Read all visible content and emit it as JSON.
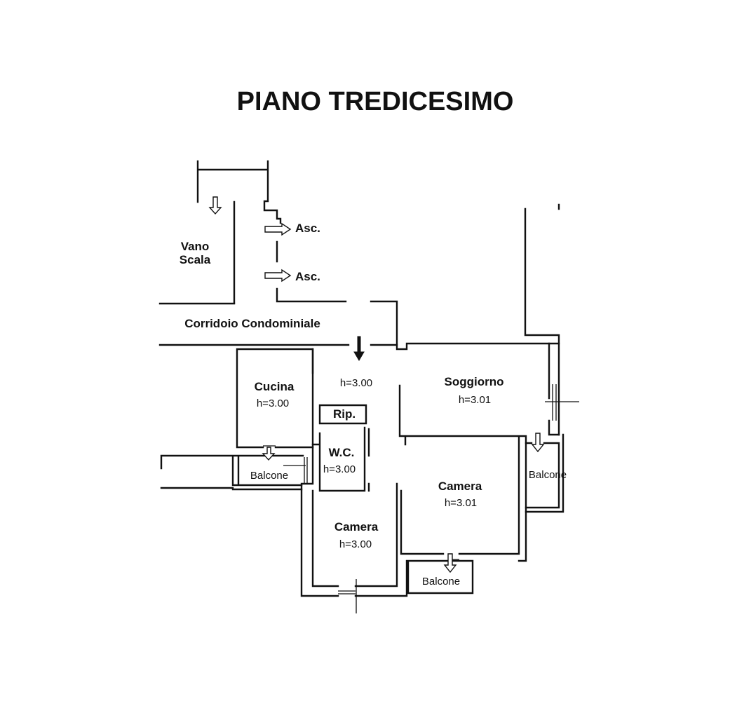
{
  "title": "PIANO TREDICESIMO",
  "rooms": {
    "vano_scala": {
      "line1": "Vano",
      "line2": "Scala"
    },
    "corridoio": "Corridoio Condominiale",
    "asc_1": "Asc.",
    "asc_2": "Asc.",
    "ingresso_height": "h=3.00",
    "cucina": {
      "name": "Cucina",
      "height": "h=3.00"
    },
    "soggiorno": {
      "name": "Soggiorno",
      "height": "h=3.01"
    },
    "ripostiglio": "Rip.",
    "wc": {
      "name": "W.C.",
      "height": "h=3.00"
    },
    "camera_1": {
      "name": "Camera",
      "height": "h=3.01"
    },
    "camera_2": {
      "name": "Camera",
      "height": "h=3.00"
    },
    "balcone_left": "Balcone",
    "balcone_right": "Balcone",
    "balcone_bottom": "Balcone"
  }
}
